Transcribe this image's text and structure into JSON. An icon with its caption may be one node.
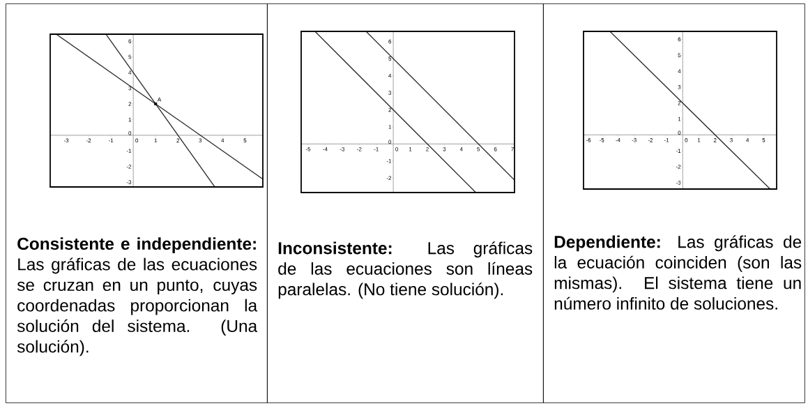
{
  "diagram": {
    "nodes": [
      {
        "text": [
          "**Consistente e independiente:** Las gráficas de las ecuaciones se cruzan en un punto, cuyas coordenadas proporcionan la solución del sistema. (Una solución)."
        ]
      },
      {
        "text": [
          "**Inconsistente:** Las gráficas de las ecuaciones son líneas paralelas. (No tiene solución)."
        ]
      },
      {
        "text": [
          "**Dependiente:** Las gráficas de la ecuación coinciden (son las mismas). El sistema tiene un número infinito de soluciones."
        ]
      }
    ],
    "labels": [
      "6",
      "5",
      "4",
      "3",
      "2",
      "1",
      "0",
      "-1",
      "-2",
      "-3",
      "-3",
      "-2",
      "-1",
      "0",
      "1",
      "2",
      "3",
      "4",
      "5",
      "A",
      "6",
      "5",
      "4",
      "3",
      "2",
      "1",
      "0",
      "-1",
      "-2",
      "-5",
      "-4",
      "-3",
      "-2",
      "-1",
      "0",
      "1",
      "2",
      "3",
      "4",
      "5",
      "6",
      "7",
      "6",
      "5",
      "4",
      "3",
      "2",
      "1",
      "0",
      "-1",
      "-2",
      "-3",
      "-6",
      "-5",
      "-4",
      "-3",
      "-2",
      "-1",
      "0",
      "1",
      "2",
      "3",
      "4",
      "5"
    ]
  }
}
